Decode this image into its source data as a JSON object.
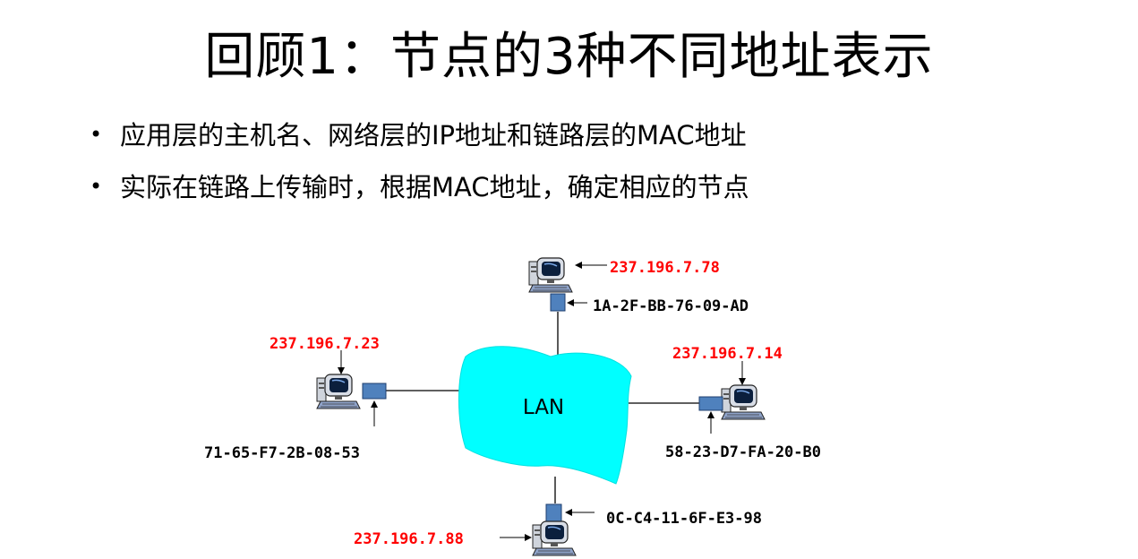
{
  "slide": {
    "title": "回顾1：节点的3种不同地址表示",
    "bullets": [
      "应用层的主机名、网络层的IP地址和链路层的MAC地址",
      "实际在链路上传输时，根据MAC地址，确定相应的节点"
    ]
  },
  "diagram": {
    "lan_label": "LAN",
    "ip_color": "#ff0000",
    "cloud_color": "#00ffff",
    "adapter_color": "#4f81bd",
    "nodes": {
      "top": {
        "ip": "237.196.7.78",
        "mac": "1A-2F-BB-76-09-AD"
      },
      "left": {
        "ip": "237.196.7.23",
        "mac": "71-65-F7-2B-08-53"
      },
      "right": {
        "ip": "237.196.7.14",
        "mac": "58-23-D7-FA-20-B0"
      },
      "bottom": {
        "ip": "237.196.7.88",
        "mac": "0C-C4-11-6F-E3-98"
      }
    }
  }
}
